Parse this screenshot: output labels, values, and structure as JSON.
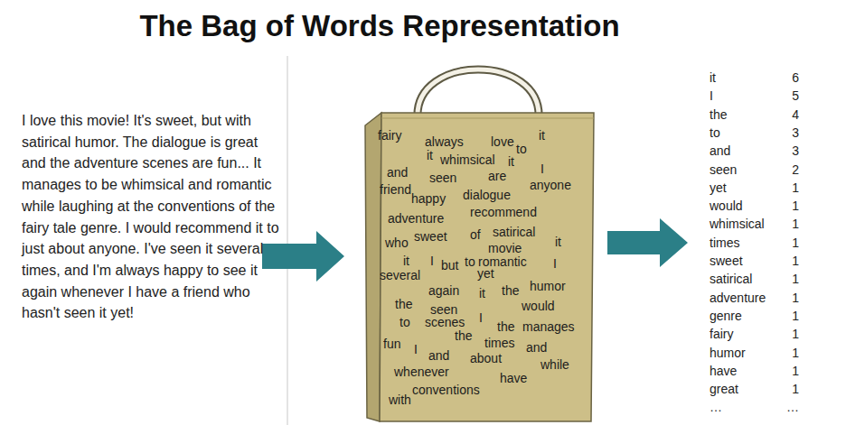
{
  "diagram": {
    "title": "The Bag of Words Representation",
    "nodes": [
      {
        "text": [
          "fairy",
          "always",
          "love",
          "to",
          "it",
          "it",
          "whimsical",
          "it",
          "I",
          "and",
          "seen",
          "are",
          "anyone",
          "friend",
          "happy",
          "dialogue",
          "adventure",
          "recommend",
          "who",
          "sweet",
          "of",
          "satirical",
          "it",
          "movie",
          "it",
          "I",
          "but",
          "to",
          "romantic",
          "I",
          "several",
          "yet",
          "again",
          "it",
          "the",
          "humor",
          "the",
          "seen",
          "would",
          "to",
          "scenes",
          "I",
          "the",
          "manages",
          "the",
          "times",
          "and",
          "fun",
          "I",
          "and",
          "about",
          "while",
          "whenever",
          "have",
          "with",
          "conventions"
        ]
      }
    ],
    "labels": [
      "I love this movie! It's sweet, but with satirical humor. The dialogue is great and the adventure scenes are fun... It manages to be whimsical and romantic while laughing at the conventions of the fairy tale genre. I would recommend it to just about anyone. I've seen it several times, and I'm always happy to see it again whenever I have a friend who hasn't seen it yet!",
      "it",
      "6",
      "I",
      "5",
      "the",
      "4",
      "to",
      "3",
      "and",
      "3",
      "seen",
      "2",
      "yet",
      "1",
      "would",
      "1",
      "whimsical",
      "1",
      "times",
      "1",
      "sweet",
      "1",
      "satirical",
      "1",
      "adventure",
      "1",
      "genre",
      "1",
      "fairy",
      "1",
      "humor",
      "1",
      "have",
      "1",
      "great",
      "1",
      "…",
      "…"
    ]
  }
}
